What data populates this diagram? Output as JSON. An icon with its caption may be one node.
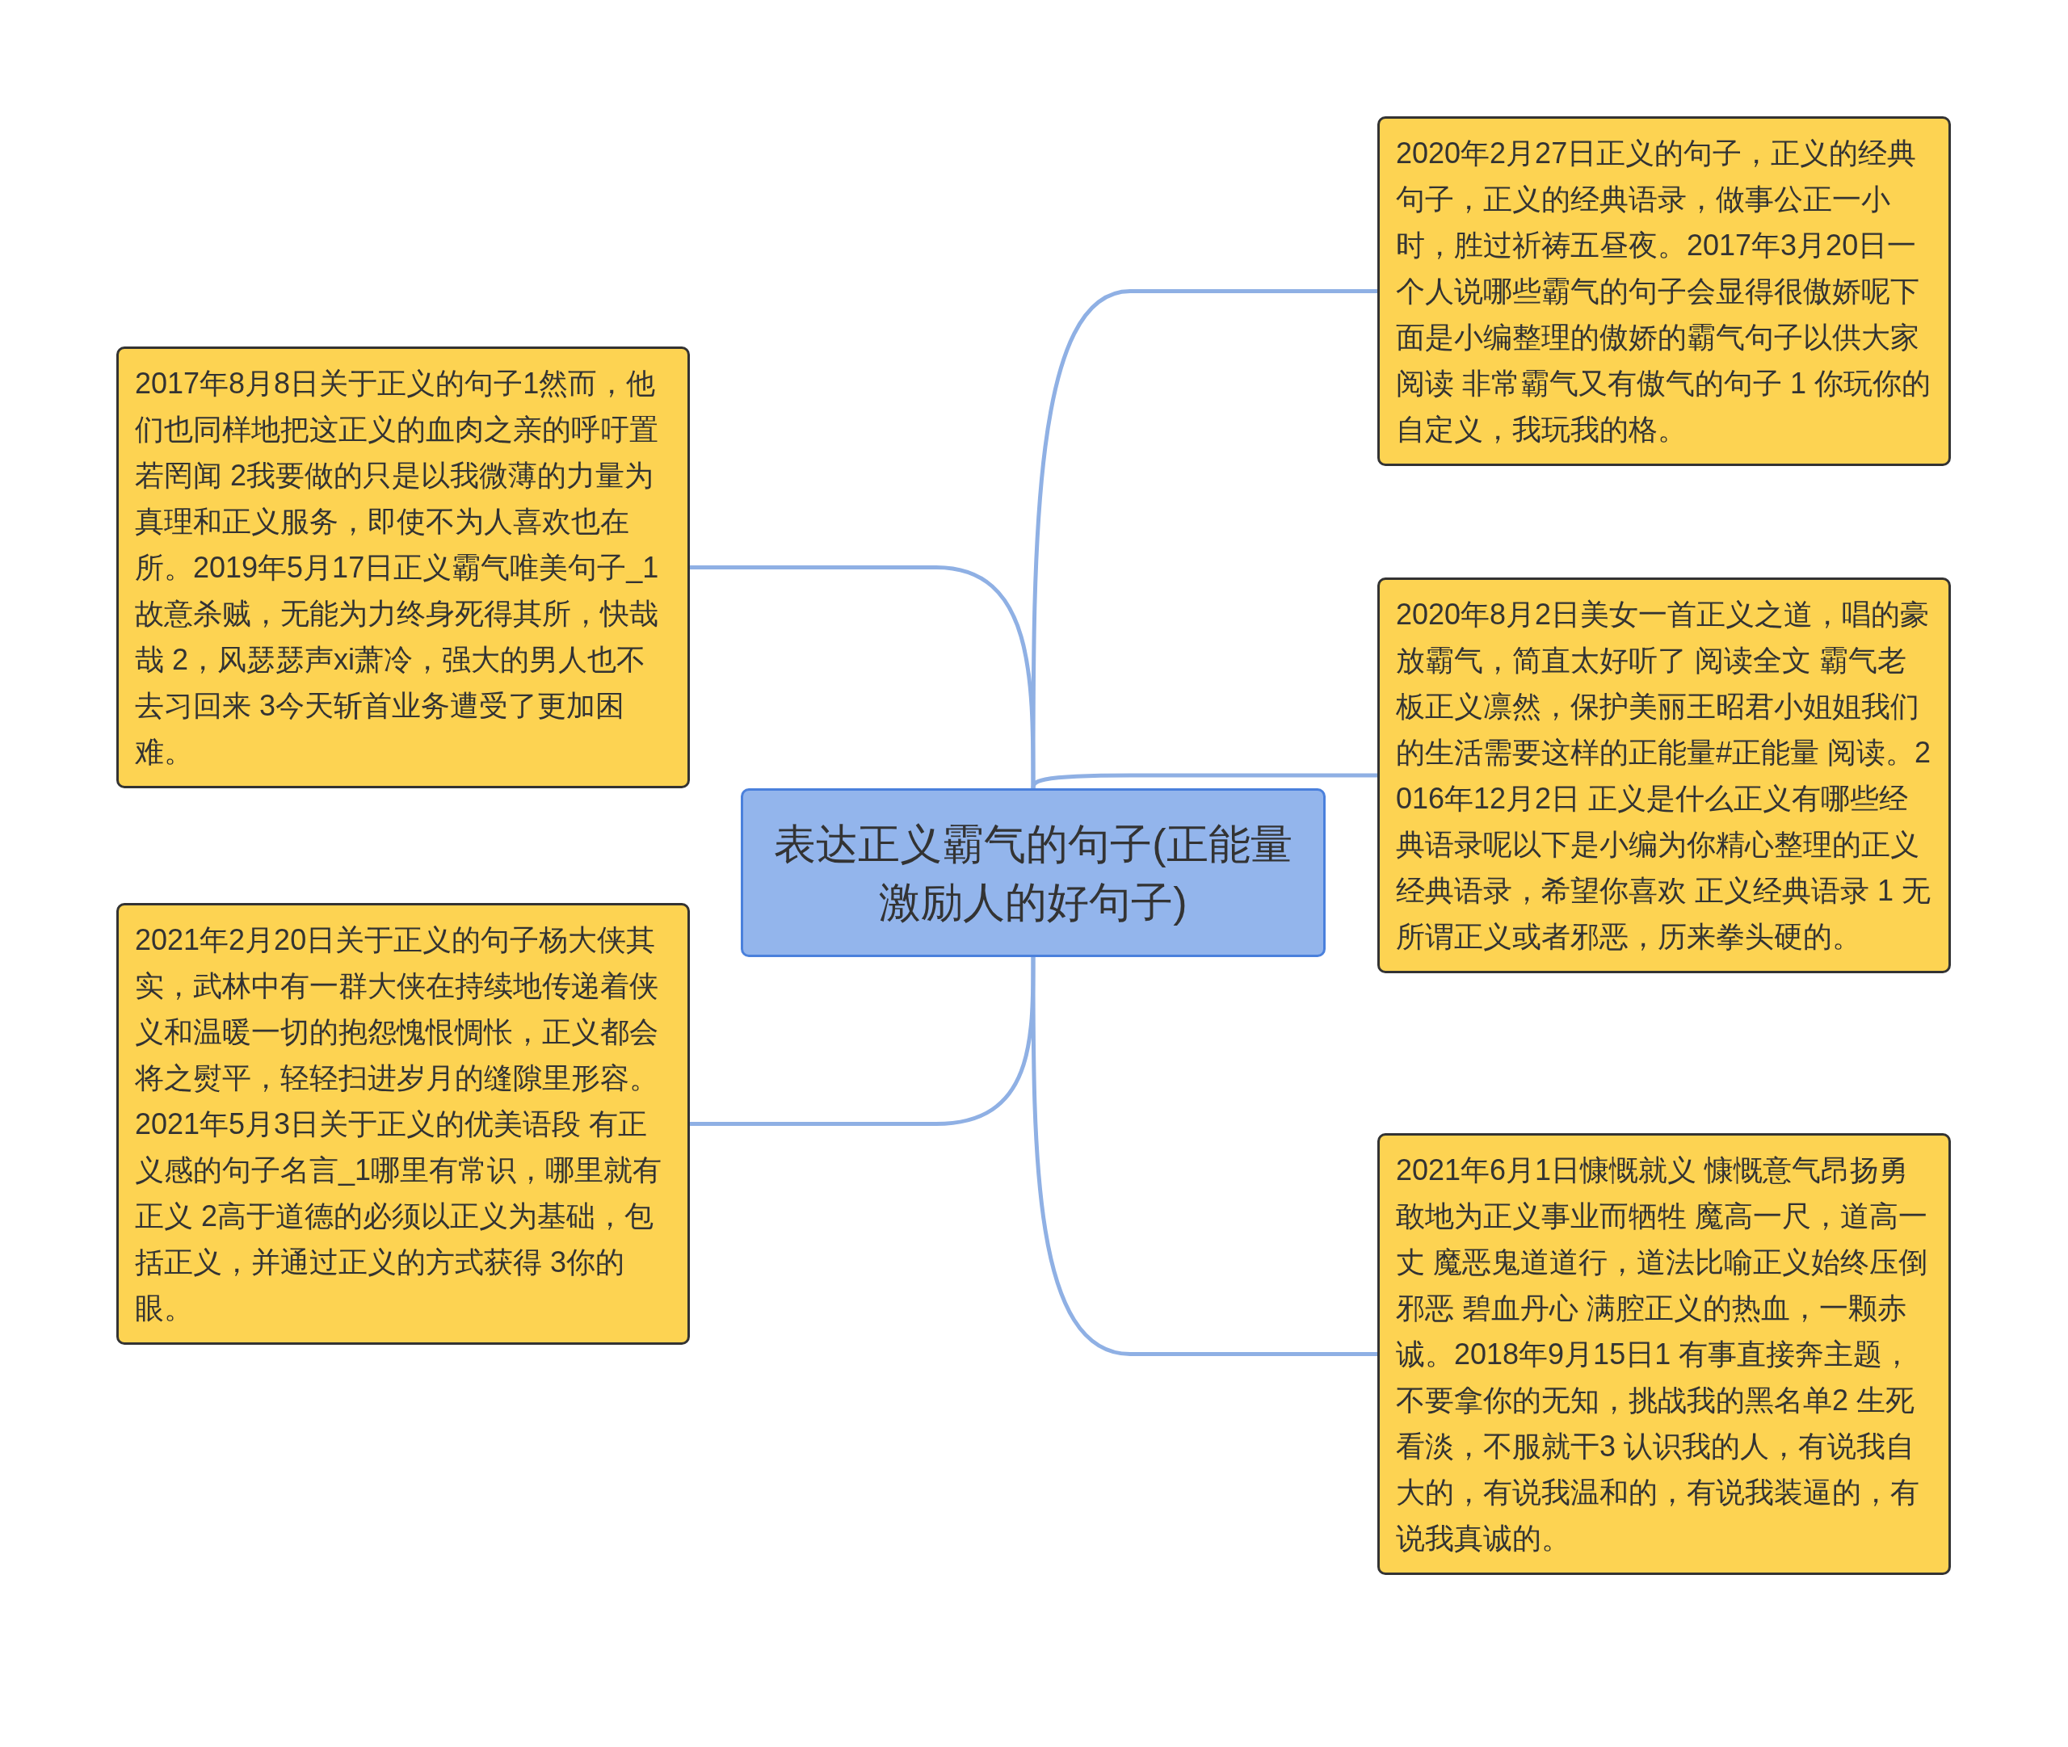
{
  "diagram": {
    "nodes": [
      {
        "text": [
          "表达正义霸气的句子(正能量激励人的好句子)"
        ]
      },
      {
        "text": [
          "2017年8月8日关于正义的句子1然而，他们也同样地把这正义的血肉之亲的呼吁置若罔闻 2我要做的只是以我微薄的力量为真理和正义服务，即使不为人喜欢也在所。2019年5月17日正义霸气唯美句子_1故意杀贼，无能为力终身死得其所，快哉哉 2，风瑟瑟声xi萧冷，强大的男人也不去习回来 3今天斩首业务遭受了更加困难。"
        ]
      },
      {
        "text": [
          "2021年2月20日关于正义的句子杨大侠其实，武林中有一群大侠在持续地传递着侠义和温暖一切的抱怨愧恨惆怅，正义都会将之熨平，轻轻扫进岁月的缝隙里形容。2021年5月3日关于正义的优美语段 有正义感的句子名言_1哪里有常识，哪里就有正义 2高于道德的必须以正义为基础，包括正义，并通过正义的方式获得 3你的眼。"
        ]
      },
      {
        "text": [
          "2020年2月27日正义的句子，正义的经典句子，正义的经典语录，做事公正一小时，胜过祈祷五昼夜。2017年3月20日一个人说哪些霸气的句子会显得很傲娇呢下面是小编整理的傲娇的霸气句子以供大家阅读 非常霸气又有傲气的句子 1 你玩你的自定义，我玩我的格。"
        ]
      },
      {
        "text": [
          "2020年8月2日美女一首正义之道，唱的豪放霸气，简直太好听了 阅读全文 霸气老板正义凛然，保护美丽王昭君小姐姐我们的生活需要这样的正能量#正能量 阅读。2016年12月2日 正义是什么正义有哪些经典语录呢以下是小编为你精心整理的正义经典语录，希望你喜欢 正义经典语录 1 无所谓正义或者邪恶，历来拳头硬的。"
        ]
      },
      {
        "text": [
          "2021年6月1日慷慨就义 慷慨意气昂扬勇敢地为正义事业而牺牲 魔高一尺，道高一丈 魔恶鬼道道行，道法比喻正义始终压倒邪恶 碧血丹心 满腔正义的热血，一颗赤诚。2018年9月15日1 有事直接奔主题，不要拿你的无知，挑战我的黑名单2 生死看淡，不服就干3 认识我的人，有说我自大的，有说我温和的，有说我装逼的，有说我真诚的。"
        ]
      }
    ],
    "edges": [
      {
        "from": 0,
        "to": 1,
        "arrow": "none"
      },
      {
        "from": 0,
        "to": 2,
        "arrow": "none"
      },
      {
        "from": 0,
        "to": 3,
        "arrow": "none"
      },
      {
        "from": 0,
        "to": 4,
        "arrow": "none"
      },
      {
        "from": 0,
        "to": 5,
        "arrow": "none"
      }
    ]
  }
}
